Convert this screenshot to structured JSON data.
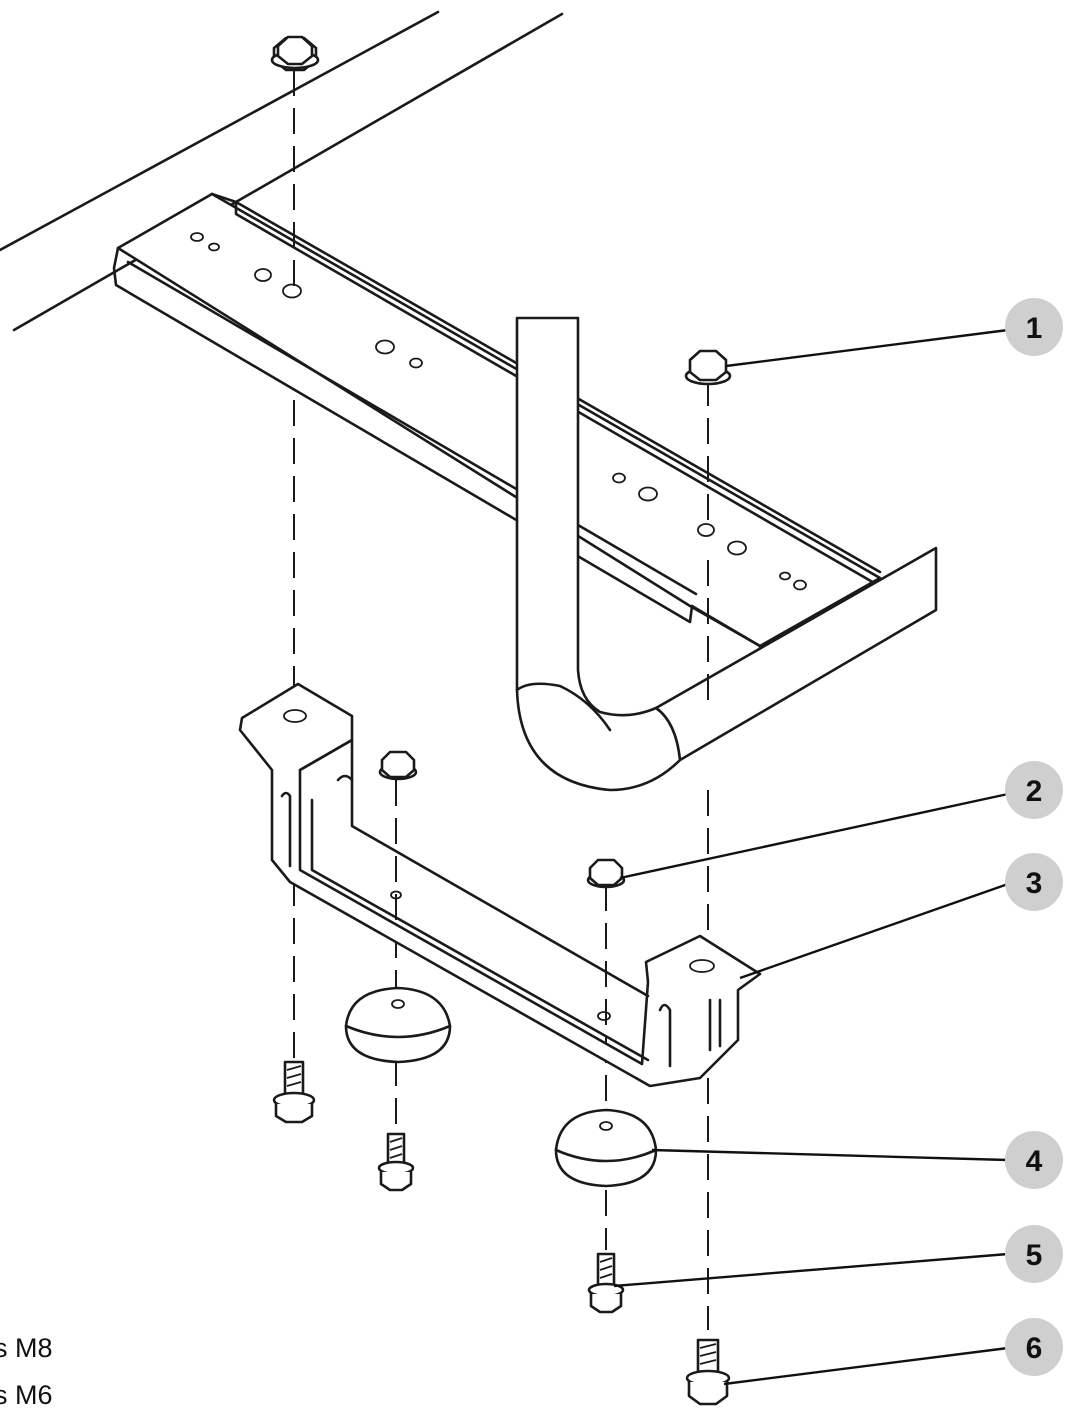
{
  "callouts": [
    {
      "number": "1",
      "part": "nut-top-right"
    },
    {
      "number": "2",
      "part": "nut-small-center"
    },
    {
      "number": "3",
      "part": "bracket"
    },
    {
      "number": "4",
      "part": "rubber-foot"
    },
    {
      "number": "5",
      "part": "bolt-m6"
    },
    {
      "number": "6",
      "part": "bolt-m8"
    }
  ],
  "legend": [
    {
      "text": "s M8"
    },
    {
      "text": "s M6"
    }
  ],
  "colors": {
    "line": "#1a1a1a",
    "callout_fill": "#cfcfcf",
    "background": "#ffffff"
  }
}
